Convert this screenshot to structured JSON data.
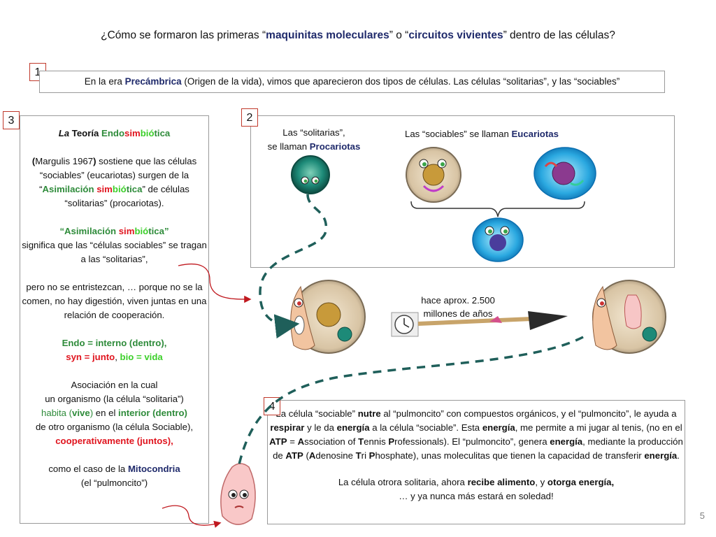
{
  "title": {
    "pre": "¿Cómo se formaron las primeras “",
    "b1": "maquinitas moleculares",
    "mid": "” o “",
    "b2": "circuitos vivientes",
    "post": "” dentro de las células?"
  },
  "box1": {
    "num": "1",
    "pre": "En la era ",
    "bold": "Precámbrica",
    "post": " (Origen de la vida), vimos que aparecieron dos tipos de células. Las células “solitarias”, y las “sociables”"
  },
  "box2": {
    "num": "2",
    "solitarias_l1": "Las “solitarias”,",
    "solitarias_l2_pre": "se llaman ",
    "solitarias_l2_bold": "Procariotas",
    "sociables_pre": "Las “sociables”  se llaman ",
    "sociables_bold": "Eucariotas"
  },
  "box3": {
    "num": "3",
    "h_la": "La",
    "h_teoria": " Teoría ",
    "h_endo": "Endo",
    "h_sim": "sim",
    "h_bio": "bió",
    "h_tica": "tica",
    "p1_open": "(",
    "p1_a": "Margulis 1967",
    "p1_close": ")",
    "p1_b": " sostiene que las células “sociables” (eucariotas) surgen de la “",
    "p1_asim": "Asimilación ",
    "p1_sim": "sim",
    "p1_bio": "bió",
    "p1_tica": "tica",
    "p1_c": "” de células “solitarias” (procariotas).",
    "p2_q1": "“Asimilación ",
    "p2_sim": "sim",
    "p2_bio": "bió",
    "p2_tica": "tica”",
    "p2_b": "significa que las “células sociables” se tragan a las “solitarias”,",
    "p3": "pero no se entristezcan, … porque  no se la comen, no hay digestión, viven juntas en una relación de cooperación.",
    "p4_endo": "Endo = interno (dentro),",
    "p4_syn": "syn = junto",
    "p4_comma": ",  ",
    "p4_bio": "bio = vida",
    "p5_a": "Asociación en la cual",
    "p5_b": "un  organismo  (la célula “solitaria”)",
    "p5_habita": "habita (",
    "p5_vive": "vive",
    "p5_close": ")",
    "p5_en": " en el ",
    "p5_interior": "interior (dentro)",
    "p5_c": "de otro organismo (la célula Sociable),",
    "p5_coop": "cooperativamente (juntos),",
    "p6_a": "como el caso de la ",
    "p6_mito": "Mitocondria",
    "p6_b": "(el “pulmoncito”)"
  },
  "timeline": {
    "label_l1": "hace aprox. 2.500",
    "label_l2": "millones de años"
  },
  "box4": {
    "num": "4",
    "t1": "La célula “sociable” ",
    "t1b": "nutre",
    "t2": " al “pulmoncito” con compuestos orgánicos, y el “pulmoncito”, le ayuda a ",
    "t2b": "respirar",
    "t3": " y le da ",
    "t3b": "energía",
    "t4": " a la célula “sociable”. Esta ",
    "t4b": "energía",
    "t5": ", me permite a mi jugar al tenis, (no en el ",
    "t5b": "ATP",
    "t6": " =  ",
    "t6a": "A",
    "t6a2": "ssociation of ",
    "t6t": "T",
    "t6t2": "ennis ",
    "t6p": "P",
    "t6p2": "rofessionals). El “pulmoncito”, genera ",
    "t7b": "energía",
    "t8": ", mediante la producción de ",
    "t8b": "ATP",
    "t9": " (",
    "t9a": "A",
    "t9a2": "denosine ",
    "t9t": "T",
    "t9t2": "ri ",
    "t9p": "P",
    "t9p2": "hosphate),  unas moleculitas  que tienen la capacidad de transferir ",
    "t10b": "energía",
    "t11": ".",
    "u1": "La célula otrora solitaria, ahora ",
    "u1b": "recibe alimento",
    "u2": ", y ",
    "u2b": "otorga energía,",
    "u3": "… y ya nunca más estará en soledad!"
  },
  "page_number": "5",
  "colors": {
    "navy": "#1f2a6b",
    "green": "#2e8b3a",
    "red": "#e0141e",
    "lime": "#3ccf2a",
    "dash": "#1f5f5a"
  }
}
